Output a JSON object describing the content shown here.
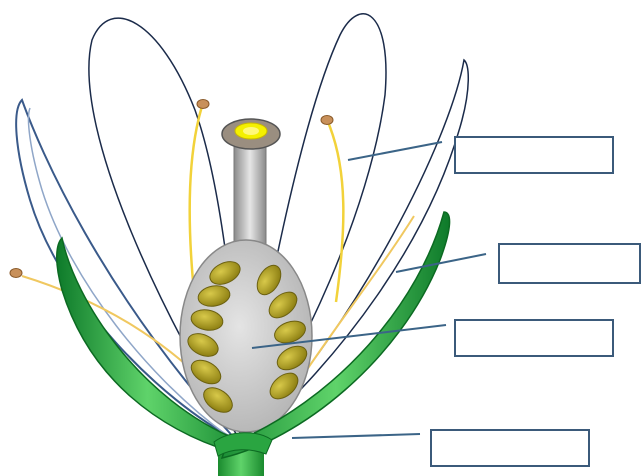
{
  "diagram": {
    "labels": [
      {
        "id": "stamen",
        "text": ""
      },
      {
        "id": "petal",
        "text": ""
      },
      {
        "id": "ovary",
        "text": ""
      },
      {
        "id": "sepal",
        "text": ""
      }
    ]
  },
  "colors": {
    "sepal_green": "#1f9a3a",
    "sepal_light": "#5fd36a",
    "ovary_gray": "#c9c9c9",
    "ovule_olive": "#a89a1c",
    "filament_yellow": "#f2d23a",
    "stigma_yellow": "#f4f000",
    "leader_blue": "#3b6487"
  }
}
